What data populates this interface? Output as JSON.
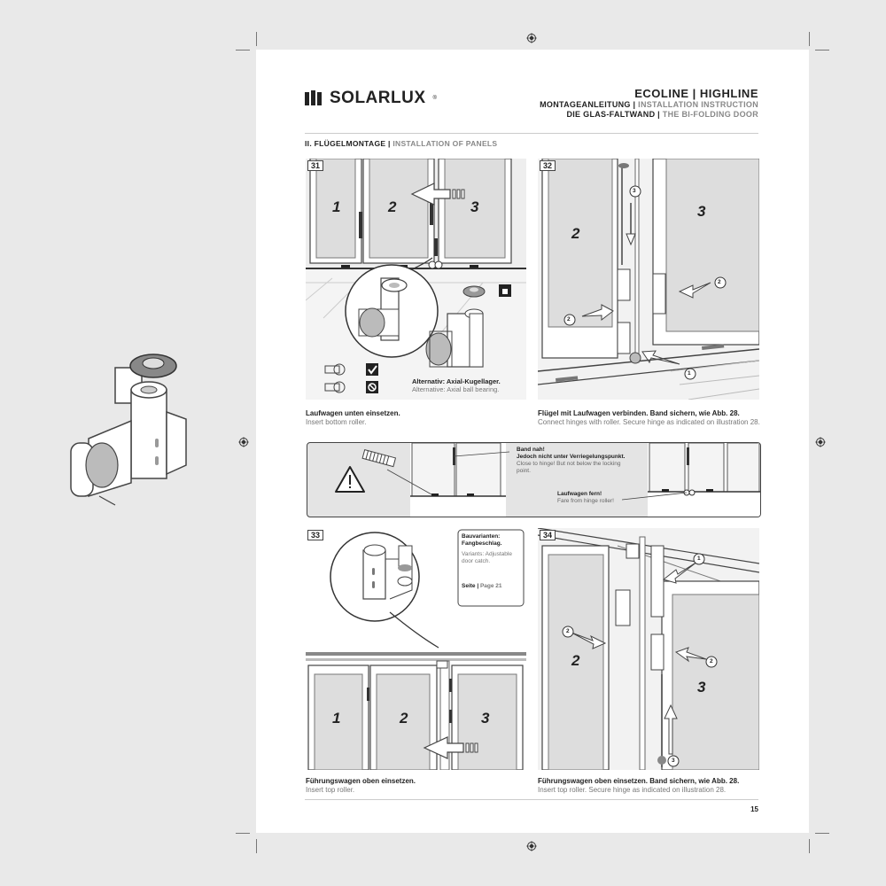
{
  "header": {
    "brand": "SOLARLUX",
    "brand_mark": "®",
    "title": "ECOLINE | HIGHLINE",
    "line2_de": "MONTAGEANLEITUNG | ",
    "line2_en": "INSTALLATION INSTRUCTION",
    "line3_de": "DIE GLAS-FALTWAND | ",
    "line3_en": "THE BI-FOLDING DOOR"
  },
  "section": {
    "de": "II. FLÜGELMONTAGE | ",
    "en": "INSTALLATION OF PANELS"
  },
  "step31": {
    "num": "31",
    "panels": [
      "1",
      "2",
      "3"
    ],
    "alt_de": "Alternativ: Axial-Kugellager.",
    "alt_en": "Alternative: Axial ball bearing.",
    "cap_de": "Laufwagen unten einsetzen.",
    "cap_en": "Insert bottom roller."
  },
  "step32": {
    "num": "32",
    "panels": [
      "2",
      "3"
    ],
    "markers": [
      "3",
      "2",
      "2",
      "1"
    ],
    "cap_de": "Flügel mit Laufwagen verbinden. Band sichern, wie Abb. 28.",
    "cap_en": "Connect hinges with roller. Secure hinge as indicated on illustration 28."
  },
  "warning": {
    "n1_de": "Band nah!",
    "n1_de2": "Jedoch nicht unter Verriegelungspunkt.",
    "n1_en": "Close to hinge! But not below the locking point.",
    "n2_de": "Laufwagen fern!",
    "n2_en": "Fare from hinge roller!"
  },
  "step33": {
    "num": "33",
    "panels": [
      "1",
      "2",
      "3"
    ],
    "box_de": "Bauvarianten: Fangbeschlag.",
    "box_en": "Variants: Adjustable door catch.",
    "box_ref_de": "Seite | ",
    "box_ref_en": "Page 21",
    "cap_de": "Führungswagen oben einsetzen.",
    "cap_en": "Insert top roller."
  },
  "step34": {
    "num": "34",
    "panels": [
      "2",
      "3"
    ],
    "markers": [
      "1",
      "2",
      "2",
      "3"
    ],
    "cap_de": "Führungswagen oben einsetzen. Band sichern, wie Abb. 28.",
    "cap_en": "Insert top roller. Secure hinge as indicated on illustration 28."
  },
  "page_number": "15"
}
